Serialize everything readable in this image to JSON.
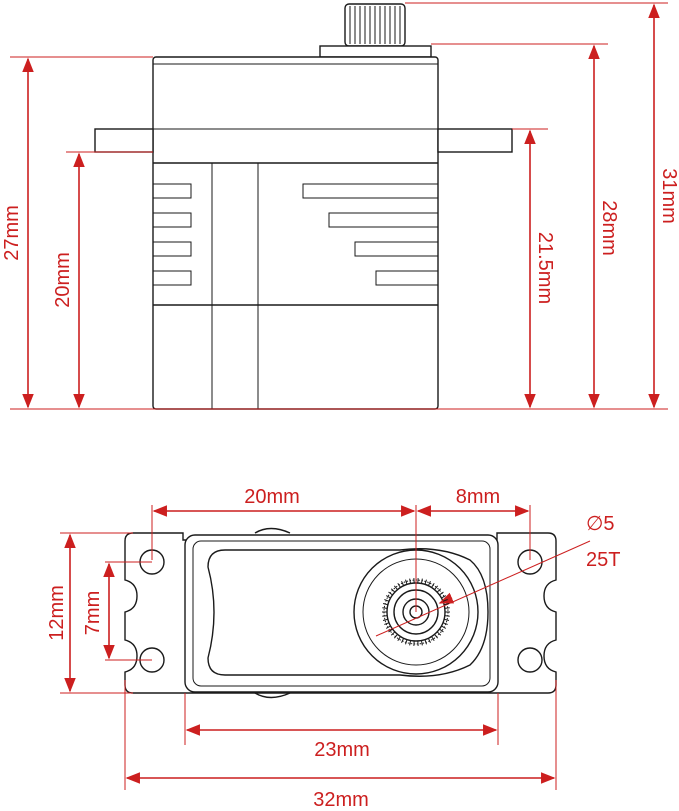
{
  "side_view": {
    "dim_height_total": "31mm",
    "dim_height_case": "27mm",
    "dim_height_to_top": "28mm",
    "dim_mount_to_bottom": "20mm",
    "dim_mount_to_top": "21.5mm"
  },
  "top_view": {
    "dim_hole_to_shaft": "20mm",
    "dim_shaft_to_hole": "8mm",
    "shaft_diameter": "∅5",
    "spline_count": "25T",
    "dim_hole_outer": "12mm",
    "dim_hole_inner": "7mm",
    "dim_case_width": "23mm",
    "dim_total_length": "32mm"
  },
  "colors": {
    "dimension": "#cc1f1f",
    "outline": "#1a1a1a"
  }
}
